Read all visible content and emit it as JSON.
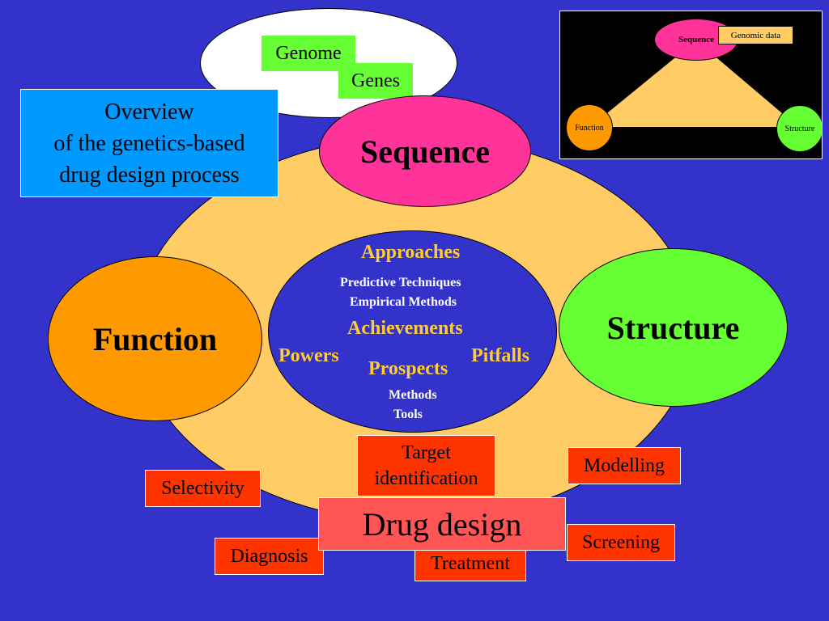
{
  "colors": {
    "background": "#3333cc",
    "main_ellipse": "#ffcc66",
    "sequence": "#ff3399",
    "function": "#ff9900",
    "structure": "#66ff33",
    "inner": "#3333cc",
    "accent_text": "#ffcc33",
    "task_box": "#ff3300",
    "drug_box": "#ff5555",
    "overview_box": "#0099ff"
  },
  "top_cloud": {
    "genome": "Genome",
    "genes": "Genes"
  },
  "overview": {
    "line1": "Overview",
    "line2": "of  the genetics-based",
    "line3": " drug design process"
  },
  "nodes": {
    "sequence": "Sequence",
    "function": "Function",
    "structure": "Structure"
  },
  "inner": {
    "approaches": "Approaches",
    "predictive": "Predictive Techniques",
    "empirical": "Empirical Methods",
    "achievements": "Achievements",
    "powers": "Powers",
    "pitfalls": "Pitfalls",
    "prospects": "Prospects",
    "methods": "Methods",
    "tools": "Tools"
  },
  "tasks": {
    "target_line1": "Target",
    "target_line2": "identification",
    "modelling": "Modelling",
    "selectivity": "Selectivity",
    "drug_design": "Drug design",
    "diagnosis": "Diagnosis",
    "screening": "Screening",
    "treatment": "Treatment"
  },
  "thumbnail": {
    "sequence": "Sequence",
    "genomic_data": "Genomic data",
    "function": "Function",
    "structure": "Structure"
  }
}
